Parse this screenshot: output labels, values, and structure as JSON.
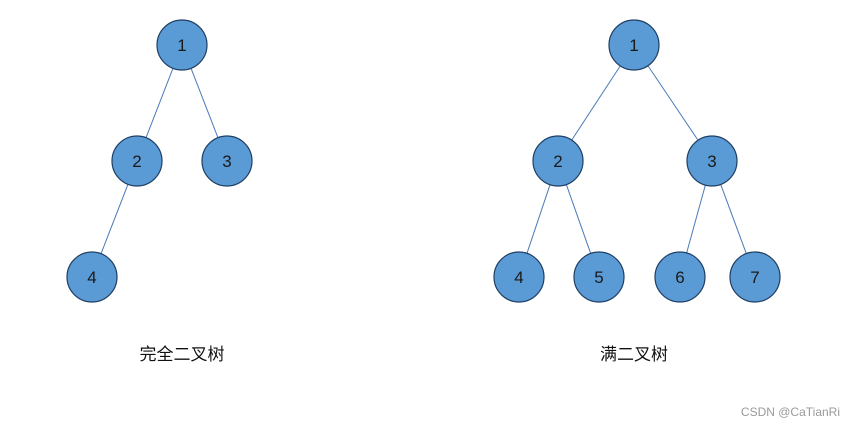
{
  "colors": {
    "node_fill": "#5b9bd5",
    "node_stroke": "#1f3f64",
    "edge": "#4a7ab8"
  },
  "diagrams": [
    {
      "caption": "完全二叉树",
      "nodes": [
        {
          "id": "c1",
          "label": "1"
        },
        {
          "id": "c2",
          "label": "2"
        },
        {
          "id": "c3",
          "label": "3"
        },
        {
          "id": "c4",
          "label": "4"
        }
      ],
      "edges": [
        [
          "c1",
          "c2"
        ],
        [
          "c1",
          "c3"
        ],
        [
          "c2",
          "c4"
        ]
      ]
    },
    {
      "caption": "满二叉树",
      "nodes": [
        {
          "id": "f1",
          "label": "1"
        },
        {
          "id": "f2",
          "label": "2"
        },
        {
          "id": "f3",
          "label": "3"
        },
        {
          "id": "f4",
          "label": "4"
        },
        {
          "id": "f5",
          "label": "5"
        },
        {
          "id": "f6",
          "label": "6"
        },
        {
          "id": "f7",
          "label": "7"
        }
      ],
      "edges": [
        [
          "f1",
          "f2"
        ],
        [
          "f1",
          "f3"
        ],
        [
          "f2",
          "f4"
        ],
        [
          "f2",
          "f5"
        ],
        [
          "f3",
          "f6"
        ],
        [
          "f3",
          "f7"
        ]
      ]
    }
  ],
  "watermark": "CSDN @CaTianRi"
}
